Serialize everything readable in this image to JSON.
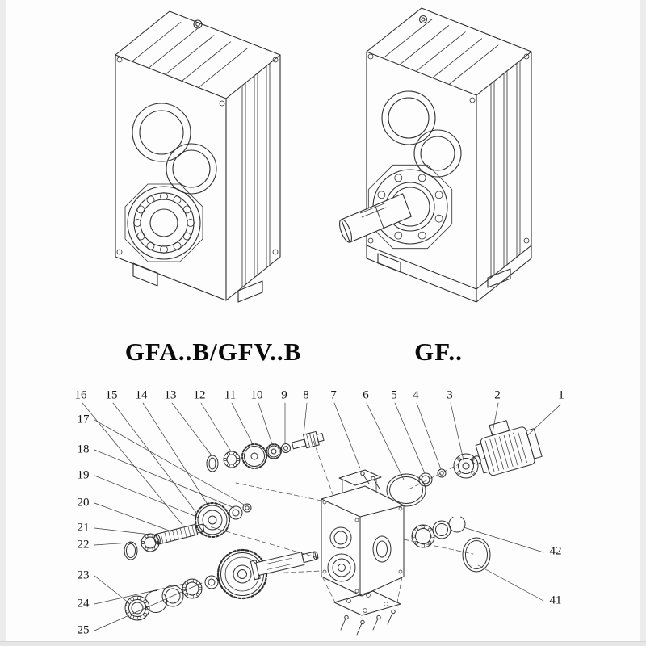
{
  "models": [
    {
      "id": "gfab",
      "label": "GFA..B/GFV..B"
    },
    {
      "id": "gf",
      "label": "GF.."
    }
  ],
  "exploded": {
    "callouts_top": [
      "16",
      "15",
      "14",
      "13",
      "12",
      "11",
      "10",
      "9",
      "8",
      "7",
      "6",
      "5",
      "4",
      "3",
      "2",
      "1"
    ],
    "callouts_left": [
      "17",
      "18",
      "19",
      "20",
      "21",
      "22",
      "23",
      "24",
      "25"
    ],
    "callouts_right": [
      "42",
      "41"
    ]
  },
  "colors": {
    "line": "#2e2e2e",
    "text": "#141414",
    "page_bg": "#fdfdfd",
    "edge": "#ececec"
  }
}
